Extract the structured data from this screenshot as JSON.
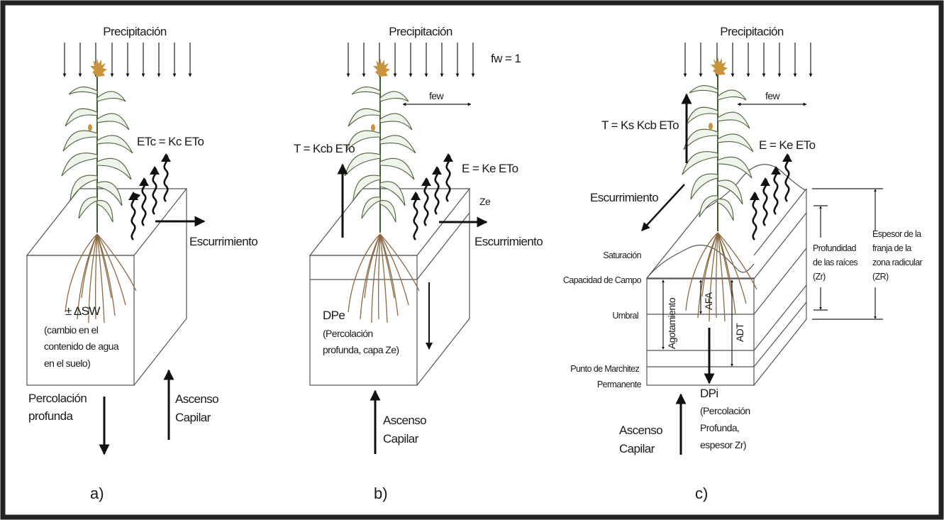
{
  "panels": {
    "a": {
      "panel_label": "a)",
      "precipitation": "Precipitación",
      "etc_equation": "ETc = Kc ETo",
      "runoff": "Escurrimiento",
      "delta_sw": "± ΔSW",
      "delta_sw_desc": [
        "(cambio en el",
        "contenido de agua",
        "en el suelo)"
      ],
      "deep_percolation": [
        "Percolación",
        "profunda"
      ],
      "capillary_rise": [
        "Ascenso",
        "Capilar"
      ]
    },
    "b": {
      "panel_label": "b)",
      "precipitation": "Precipitación",
      "fw": "fw = 1",
      "few": "few",
      "transpiration": "T = Kcb ETo",
      "evaporation": "E = Ke ETo",
      "ze": "Ze",
      "runoff": "Escurrimiento",
      "dpe": "DPe",
      "dpe_desc": [
        "(Percolación",
        "profunda, capa Ze)"
      ],
      "capillary_rise": [
        "Ascenso",
        "Capilar"
      ]
    },
    "c": {
      "panel_label": "c)",
      "precipitation": "Precipitación",
      "few": "few",
      "transpiration": "T = Ks Kcb ETo",
      "evaporation": "E = Ke ETo",
      "runoff": "Escurrimiento",
      "levels": {
        "saturation": "Saturación",
        "field_capacity": "Capacidad de Campo",
        "threshold": "Umbral",
        "wilting_point": [
          "Punto de Marchitez",
          "Permanente"
        ]
      },
      "depletion": "Agotamiento",
      "raw": "AFA",
      "taw": "ADT",
      "root_depth": [
        "Profundidad",
        "de las raíces",
        "(Zr)"
      ],
      "root_zone": [
        "Espesor de la",
        "franja de la",
        "zona radicular",
        "(ZR)"
      ],
      "dpi": "DPi",
      "dpi_desc": [
        "(Percolación",
        "Profunda,",
        "espesor Zr)"
      ],
      "capillary_rise": [
        "Ascenso",
        "Capilar"
      ]
    }
  }
}
